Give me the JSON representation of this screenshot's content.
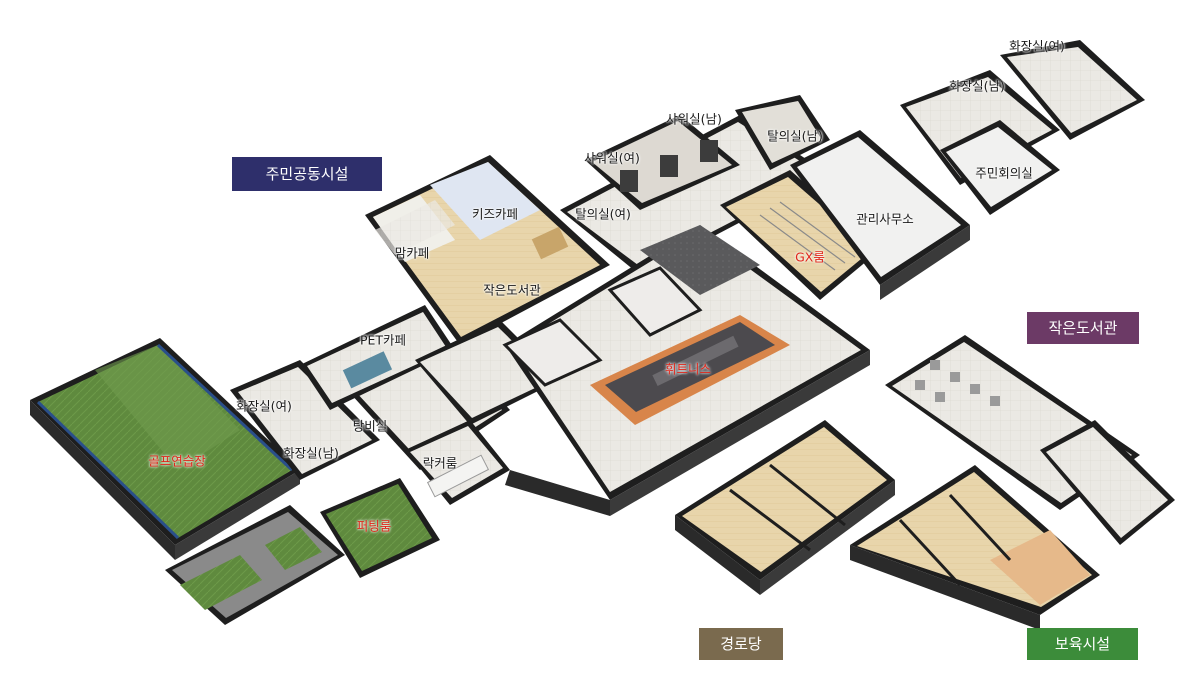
{
  "legend_badges": {
    "community": {
      "label": "주민공동시설",
      "color": "#2e2f6b"
    },
    "library": {
      "label": "작은도서관",
      "color": "#6c3a66"
    },
    "senior": {
      "label": "경로당",
      "color": "#7a6a4e"
    },
    "childcare": {
      "label": "보육시설",
      "color": "#3c8c3a"
    }
  },
  "rooms": {
    "womens_restroom_top": "화장실(여)",
    "mens_restroom_top": "화장실(남)",
    "mens_shower": "샤워실(남)",
    "mens_changing": "탈의실(남)",
    "womens_shower": "샤워실(여)",
    "residents_meeting": "주민회의실",
    "kids_cafe": "키즈카페",
    "womens_changing": "탈의실(여)",
    "management_office": "관리사무소",
    "mom_cafe": "맘카페",
    "gx_room": "GX룸",
    "small_library": "작은도서관",
    "pet_cafe": "PET카페",
    "fitness": "휘트니스",
    "womens_restroom": "화장실(여)",
    "boiler_room": "탕비실",
    "golf_practice": "골프연습장",
    "mens_restroom": "화장실(남)",
    "locker_room": "락커룸",
    "putting_room": "퍼팅룸"
  },
  "colors": {
    "red_label": "#e0261a",
    "floor_tile": "#e9e7e2",
    "golf_turf": "#5f8a3e",
    "wood_floor": "#e6d3a8",
    "wall": "#1c1c1c"
  }
}
